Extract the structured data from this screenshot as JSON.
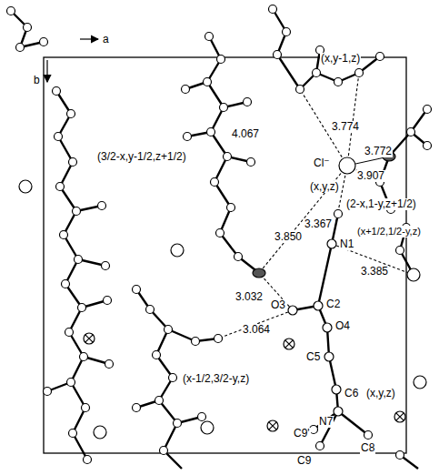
{
  "diagram": {
    "labels": [
      "a",
      "b",
      "(x,y-1,z)",
      "4.067",
      "3.774",
      "3.772",
      "Cl⁻",
      "(x,y,z)",
      "3.907",
      "(2-x,1-y,z+1/2)",
      "(3/2-x,y-1/2,z+1/2)",
      "3.850",
      "3.367",
      "N1",
      "(x+1/2,1/2-y,z)",
      "3.385",
      "3.032",
      "O3",
      "C2",
      "O4",
      "3.064",
      "C5",
      "C6",
      "(x,y,z)",
      "(x-1/2,3/2-y,z)",
      "N7",
      "C9'",
      "C9",
      "C8"
    ]
  }
}
